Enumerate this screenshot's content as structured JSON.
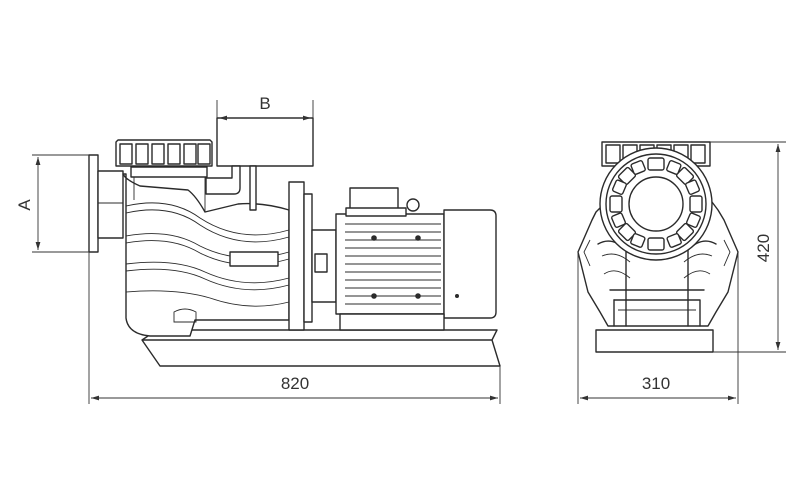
{
  "dimensions": {
    "overall_length": "820",
    "overall_width": "310",
    "overall_height": "420",
    "inlet_label": "A",
    "outlet_label": "B"
  },
  "colors": {
    "line": "#2b2b2b",
    "background": "#ffffff"
  }
}
